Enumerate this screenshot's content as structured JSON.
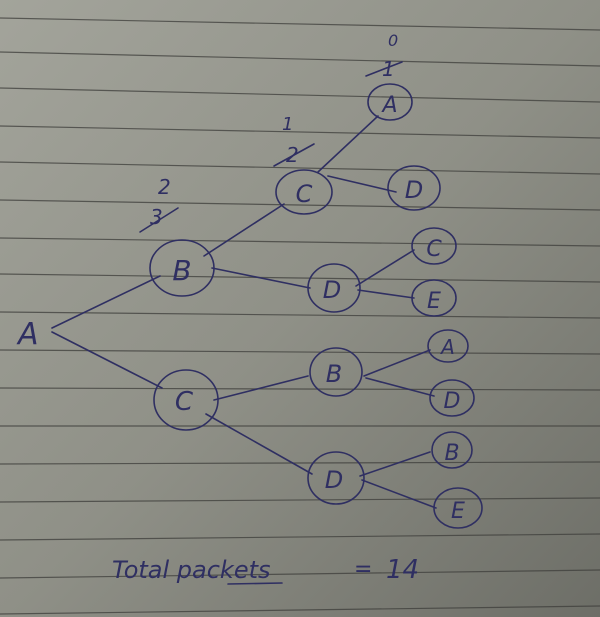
{
  "nodes": {
    "root": "A",
    "b1": "B",
    "c1": "C",
    "a1": "A",
    "d1": "D",
    "d2": "D",
    "c2": "C",
    "e1": "E",
    "c3": "C",
    "b2": "B",
    "a2": "A",
    "d3": "D",
    "d4": "D",
    "b3": "B",
    "e2": "E"
  },
  "annotations": {
    "a1_struck": "1",
    "a1_new": "0",
    "c1_struck": "2",
    "c1_new": "1",
    "b1_struck": "3",
    "b1_new": "2"
  },
  "footer": {
    "total_label": "Total packets",
    "equals": "=",
    "total_value": "14"
  }
}
